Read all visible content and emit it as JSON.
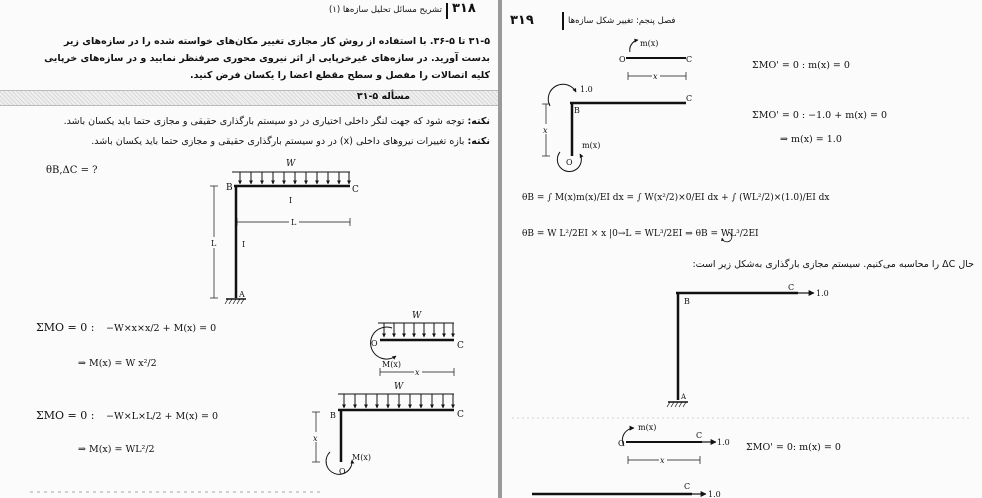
{
  "left_page": {
    "header": {
      "page_number": "۳۱۸",
      "title": "تشریح مسائل تحلیل سازه‌ها (۱)"
    },
    "problem_statement": [
      "۳۱-۵ تا ۵-۳۶. با استفاده از روش کار مجازی تغییر مکان‌های خواسته شده را در سازه‌های زیر",
      "بدست آورید. در سازه‌های غیرخرپایی از اثر نیروی محوری صرفنظر نمایید و در سازه‌های خرپایی",
      "کلیه اتصالات را مفصل و سطح مقطع اعضا را یکسان فرض کنید."
    ],
    "problem_label": "مسأله ۵-۳۱",
    "notes": [
      {
        "label": "نکته:",
        "text": "توجه شود که جهت لنگر داخلی اختیاری در دو سیستم بارگذاری حقیقی و مجازی حتما باید یکسان باشد."
      },
      {
        "label": "نکته:",
        "text": "بازه تغییرات نیروهای داخلی (x) در دو سیستم بارگذاری حقیقی و مجازی حتما باید یکسان باشد."
      }
    ],
    "question": "θB,ΔC = ?",
    "frame_labels": {
      "load": "W",
      "b": "B",
      "c": "C",
      "a": "A",
      "beam_i": "I",
      "col_i": "I",
      "beam_len": "L",
      "col_len": "L"
    },
    "eq1": {
      "sum": "ΣMO = 0 :",
      "body": "−W×x×x/2 + M(x) = 0",
      "result": "⇒  M(x) = W x²/2"
    },
    "fbd1": {
      "load": "W",
      "o": "O",
      "c": "C",
      "mx": "M(x)",
      "x": "x"
    },
    "eq2": {
      "sum": "ΣMO = 0 :",
      "body": "−W×L×L/2 + M(x) = 0",
      "result": "⇒  M(x) = WL²/2"
    },
    "fbd2": {
      "load": "W",
      "b": "B",
      "c": "C",
      "o": "O",
      "mx": "M(x)",
      "x": "x"
    }
  },
  "right_page": {
    "header": {
      "page_number": "۳۱۹",
      "title": "فصل پنجم: تغییر شکل سازه‌ها"
    },
    "fbd_a": {
      "mx": "m(x)",
      "o": "O",
      "c": "C",
      "x": "x"
    },
    "eq_a": "ΣMO' = 0 :  m(x) = 0",
    "fbd_b": {
      "moment": "1.0",
      "b": "B",
      "c": "C",
      "o": "O",
      "mx": "m(x)",
      "x": "x"
    },
    "eq_b": "ΣMO' = 0 :  −1.0 + m(x) = 0",
    "eq_b_result": "⇒  m(x) = 1.0",
    "theta_eq1": "θB = ∫ M(x)m(x)/EI dx = ∫ W(x²/2)×0/EI dx + ∫ (WL²/2)×(1.0)/EI dx",
    "theta_eq2": "θB = W L²/2EI × x |0→L = WL³/2EI  ⇒  θB = WL³/2EI",
    "caption": "حال ΔC را محاسبه می‌کنیم. سیستم مجازی بارگذاری به‌شکل زیر است:",
    "frame2": {
      "b": "B",
      "c": "C",
      "a": "A",
      "force": "1.0"
    },
    "fbd_c": {
      "mx": "m(x)",
      "o": "O",
      "c": "C",
      "force": "1.0",
      "x": "x"
    },
    "eq_c": "ΣMO' = 0:  m(x) = 0",
    "bottom": {
      "c": "C",
      "force": "1.0"
    }
  }
}
